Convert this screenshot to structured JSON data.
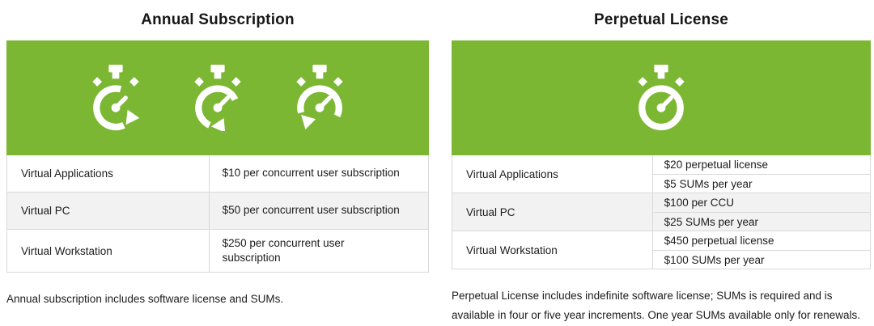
{
  "accent_color": "#7bb733",
  "tables": [
    {
      "title": "Annual Subscription",
      "icons": [
        "stopwatch-refresh-icon",
        "stopwatch-refresh-icon",
        "stopwatch-refresh-icon"
      ],
      "columns": [
        "product",
        "price"
      ],
      "rows": [
        {
          "name": "Virtual Applications",
          "prices": [
            "$10 per concurrent user subscription"
          ]
        },
        {
          "name": "Virtual PC",
          "prices": [
            "$50 per concurrent user subscription"
          ]
        },
        {
          "name": "Virtual Workstation",
          "prices": [
            "$250 per concurrent user\nsubscription"
          ]
        }
      ],
      "note": "Annual subscription includes software license and SUMs."
    },
    {
      "title": "Perpetual License",
      "icons": [
        "stopwatch-icon"
      ],
      "columns": [
        "product",
        "price"
      ],
      "rows": [
        {
          "name": "Virtual Applications",
          "prices": [
            "$20 perpetual license",
            "$5 SUMs per year"
          ]
        },
        {
          "name": "Virtual PC",
          "prices": [
            "$100 per CCU",
            "$25 SUMs per year"
          ]
        },
        {
          "name": "Virtual Workstation",
          "prices": [
            "$450 perpetual license",
            "$100 SUMs per year"
          ]
        }
      ],
      "note": "Perpetual License includes indefinite software license; SUMs is required and is available in four or five year increments. One year SUMs available only for renewals."
    }
  ]
}
